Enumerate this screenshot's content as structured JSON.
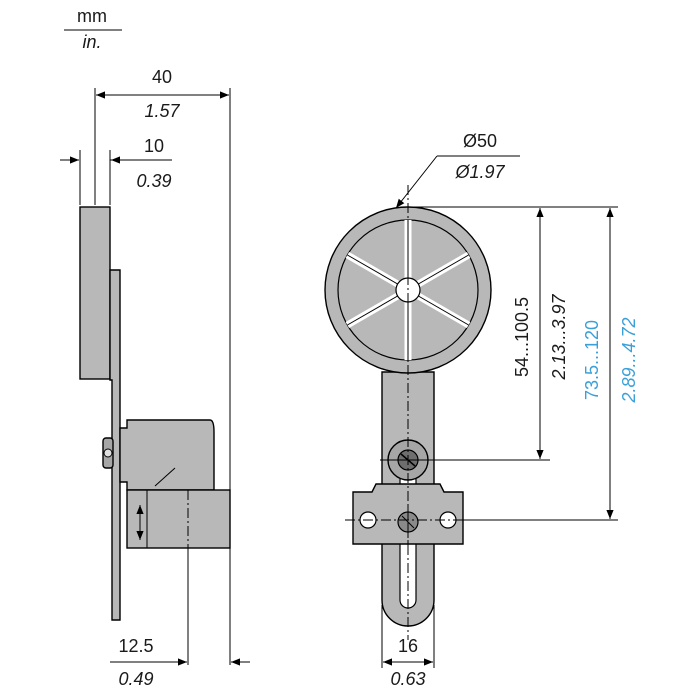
{
  "units": {
    "metric": "mm",
    "imperial": "in."
  },
  "side_view": {
    "overall_width": {
      "metric": "40",
      "imperial": "1.57"
    },
    "arm_thickness": {
      "metric": "10",
      "imperial": "0.39"
    },
    "base_offset": {
      "metric": "12.5",
      "imperial": "0.49"
    }
  },
  "front_view": {
    "wheel_diameter": {
      "metric": "Ø50",
      "imperial": "Ø1.97"
    },
    "arm_length": {
      "metric": "54...100.5",
      "imperial": "2.13...3.97"
    },
    "total_length": {
      "metric": "73.5...120",
      "imperial": "2.89...4.72"
    },
    "arm_width": {
      "metric": "16",
      "imperial": "0.63"
    }
  },
  "colors": {
    "part_fill": "#b8b8b8",
    "highlight_dimension": "#3aa0d8"
  }
}
